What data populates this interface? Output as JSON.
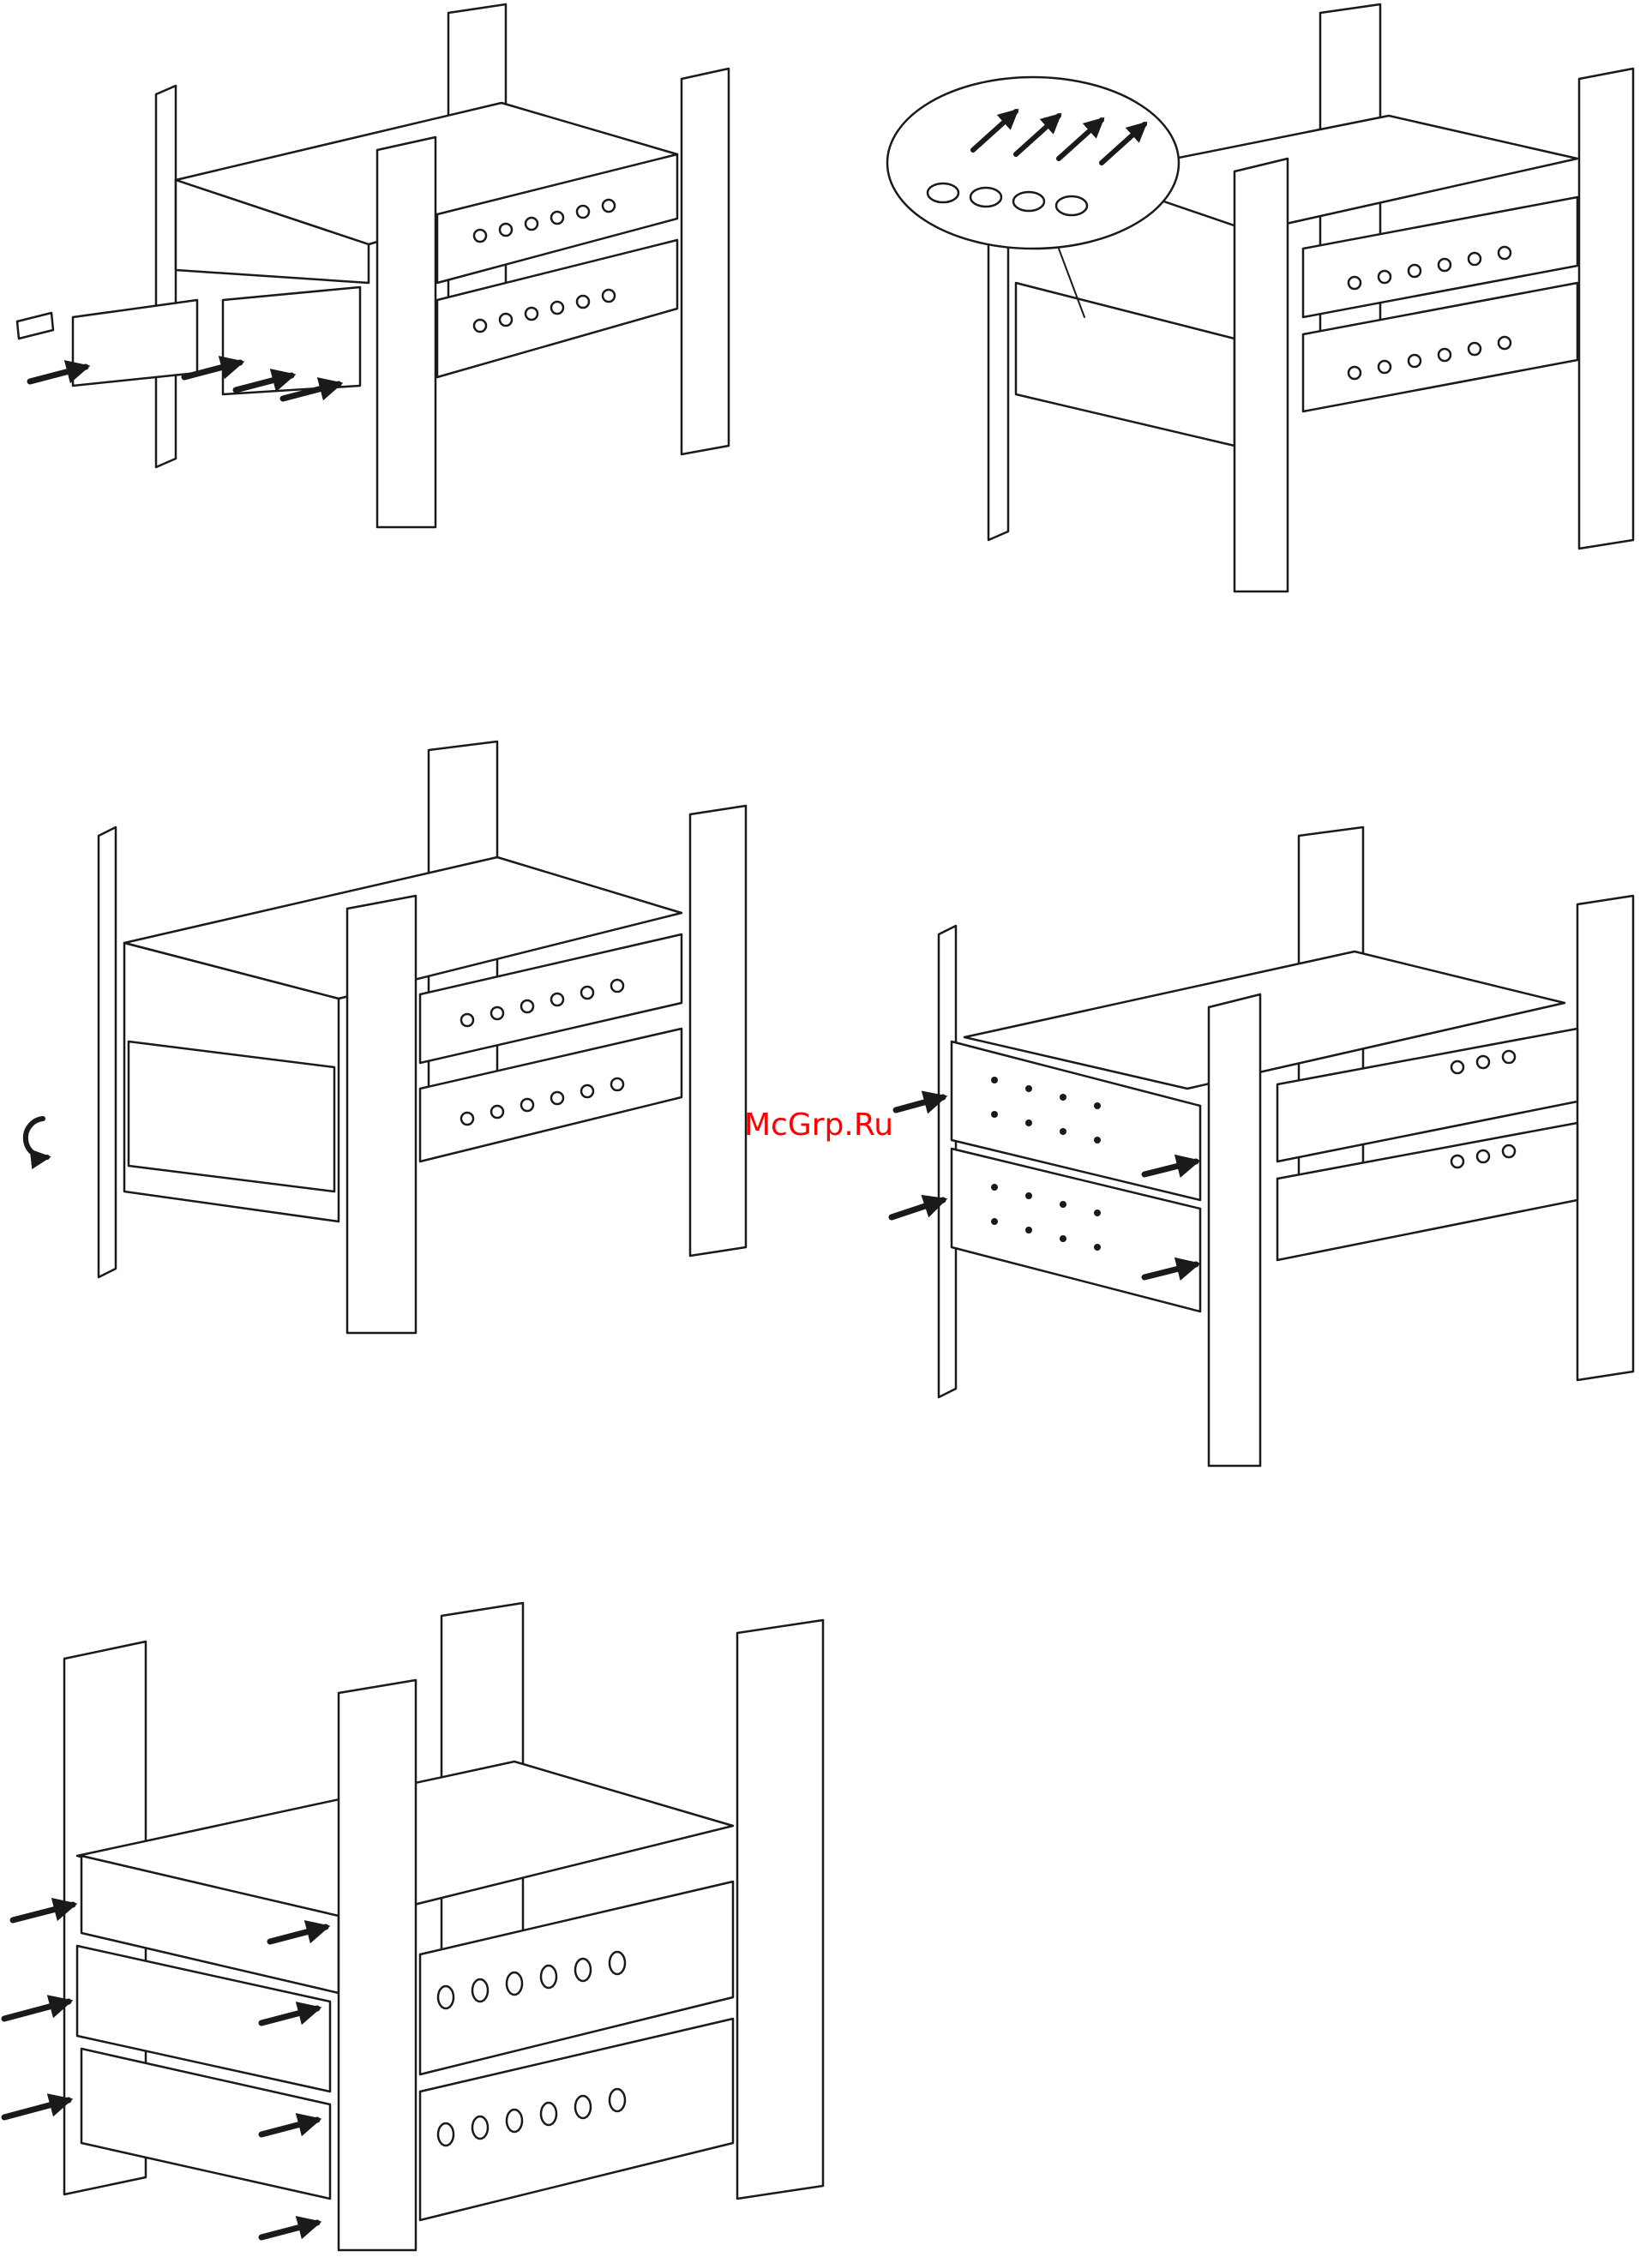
{
  "watermark": {
    "text": "McGrp.Ru",
    "color": "#ff0000"
  },
  "diagram": {
    "line_color": "#1a1a1a",
    "fill_color": "#ffffff",
    "steps": [
      {
        "id": "step-1",
        "description_icons": [
          "rack-frame",
          "ups-unit",
          "battery-module",
          "cable-connector",
          "push-arrow"
        ]
      },
      {
        "id": "step-2",
        "description_icons": [
          "rack-frame",
          "ups-unit",
          "battery-module",
          "connector-detail-callout",
          "pull-arrow"
        ]
      },
      {
        "id": "step-3",
        "description_icons": [
          "rack-frame",
          "ups-unit",
          "battery-bay",
          "rotate-icon"
        ]
      },
      {
        "id": "step-4",
        "description_icons": [
          "rack-frame",
          "front-bezel",
          "push-arrow"
        ]
      },
      {
        "id": "step-5",
        "description_icons": [
          "rack-frame",
          "front-bezel",
          "push-arrow"
        ]
      }
    ]
  }
}
